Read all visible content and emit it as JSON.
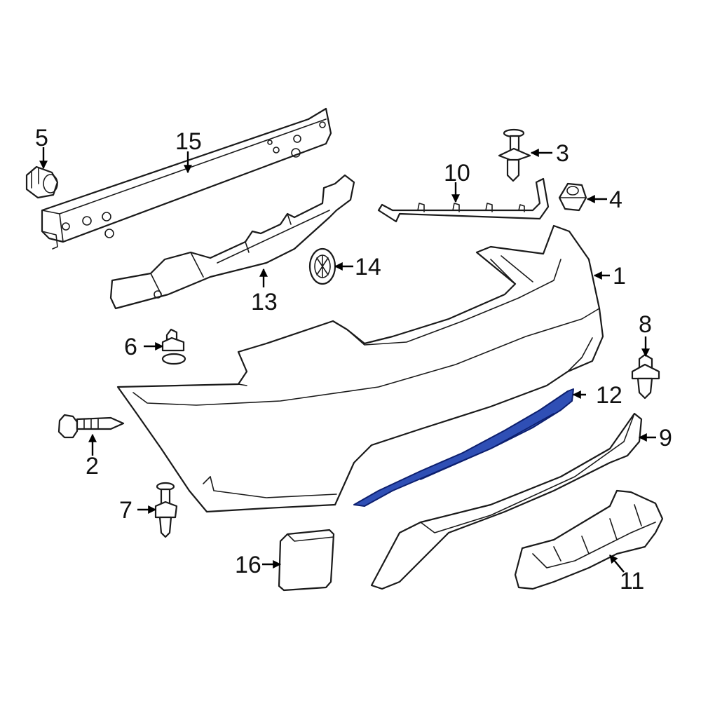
{
  "diagram": {
    "highlight_color": "#2f4fb5",
    "line_color": "#1a1a1a",
    "background": "#ffffff",
    "highlighted_part": "12",
    "callouts": [
      {
        "id": "1",
        "label": "1"
      },
      {
        "id": "2",
        "label": "2"
      },
      {
        "id": "3",
        "label": "3"
      },
      {
        "id": "4",
        "label": "4"
      },
      {
        "id": "5",
        "label": "5"
      },
      {
        "id": "6",
        "label": "6"
      },
      {
        "id": "7",
        "label": "7"
      },
      {
        "id": "8",
        "label": "8"
      },
      {
        "id": "9",
        "label": "9"
      },
      {
        "id": "10",
        "label": "10"
      },
      {
        "id": "11",
        "label": "11"
      },
      {
        "id": "12",
        "label": "12"
      },
      {
        "id": "13",
        "label": "13"
      },
      {
        "id": "14",
        "label": "14"
      },
      {
        "id": "15",
        "label": "15"
      },
      {
        "id": "16",
        "label": "16"
      }
    ]
  }
}
